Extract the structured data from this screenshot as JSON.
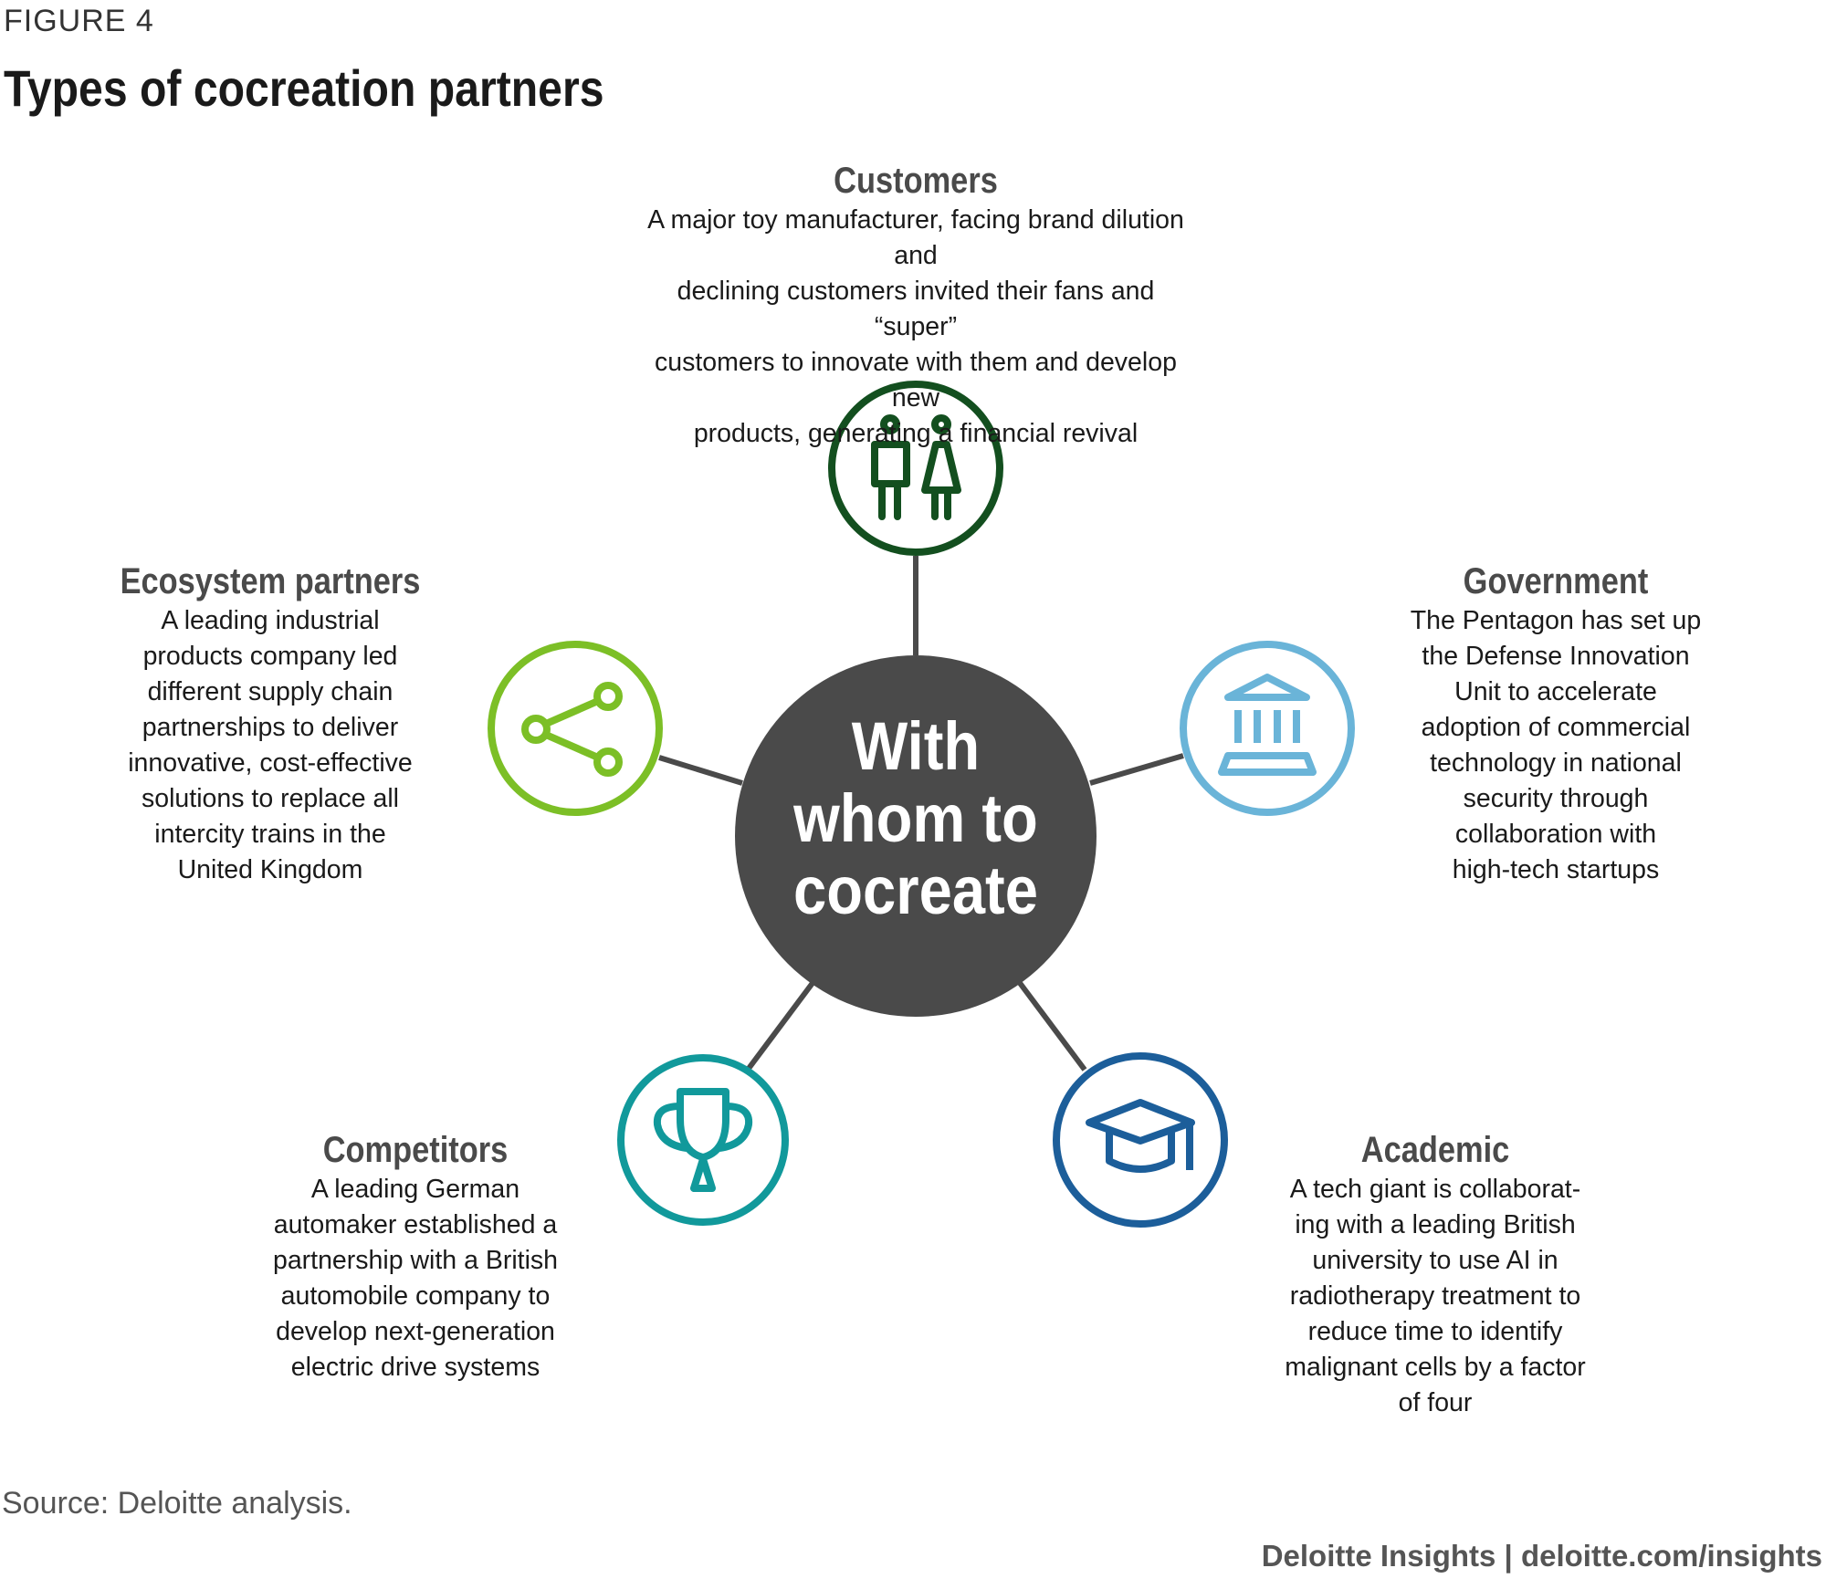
{
  "figure_label": "FIGURE 4",
  "title": "Types of cocreation partners",
  "center": {
    "lines": [
      "With",
      "whom to",
      "cocreate"
    ],
    "color": "#4a4a4a"
  },
  "partners": [
    {
      "key": "customers",
      "heading": "Customers",
      "icon": "people-icon",
      "color": "#134f1f",
      "lines": [
        "A major toy manufacturer, facing brand dilution and",
        "declining customers invited their fans and “super”",
        "customers to innovate with them and develop new",
        "products, generating a financial revival"
      ]
    },
    {
      "key": "government",
      "heading": "Government",
      "icon": "bank-building-icon",
      "color": "#6ab4d8",
      "lines": [
        "The Pentagon has set up",
        "the Defense Innovation",
        "Unit to accelerate",
        "adoption of commercial",
        "technology in national",
        "security through",
        "collaboration with",
        "high-tech startups"
      ]
    },
    {
      "key": "ecosystem",
      "heading": "Ecosystem partners",
      "icon": "share-icon",
      "color": "#7cbf26",
      "lines": [
        "A leading industrial",
        "products company led",
        "different supply chain",
        "partnerships to deliver",
        "innovative, cost-effective",
        "solutions to replace all",
        "intercity trains in the",
        "United Kingdom"
      ]
    },
    {
      "key": "competitors",
      "heading": "Competitors",
      "icon": "trophy-icon",
      "color": "#11999b",
      "lines": [
        "A leading German",
        "automaker established a",
        "partnership with a British",
        "automobile company to",
        "develop next-generation",
        "electric drive systems"
      ]
    },
    {
      "key": "academic",
      "heading": "Academic",
      "icon": "graduation-cap-icon",
      "color": "#1c5e9a",
      "lines": [
        "A tech giant is collaborat-",
        "ing with a leading British",
        "university to use AI in",
        "radiotherapy treatment to",
        "reduce time to identify",
        "malignant cells by a factor",
        "of four"
      ]
    }
  ],
  "source": "Source: Deloitte analysis.",
  "footer": "Deloitte Insights | deloitte.com/insights"
}
